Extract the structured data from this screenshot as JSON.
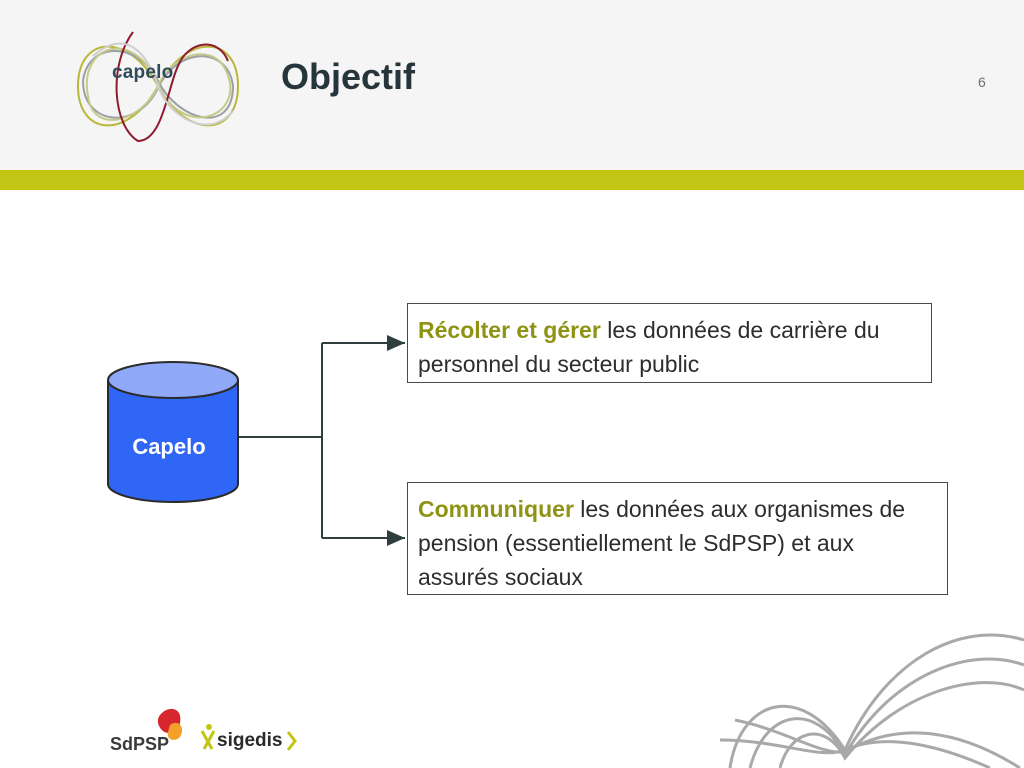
{
  "header": {
    "logo_text": "capelo",
    "title": "Objectif",
    "page_number": "6"
  },
  "diagram": {
    "database_label": "Capelo",
    "box1": {
      "highlight": "Récolter et gérer",
      "text": " les données de carrière du personnel du secteur public"
    },
    "box2": {
      "highlight": "Communiquer",
      "text": " les données aux organismes de pension (essentiellement le SdPSP) et aux assurés sociaux"
    }
  },
  "footer": {
    "partner1": "SdPSP",
    "partner2": "sigedis"
  },
  "colors": {
    "accent": "#c3c515",
    "highlight": "#8f9314",
    "database": "#2f66f5",
    "logo_red": "#8e1b30"
  }
}
